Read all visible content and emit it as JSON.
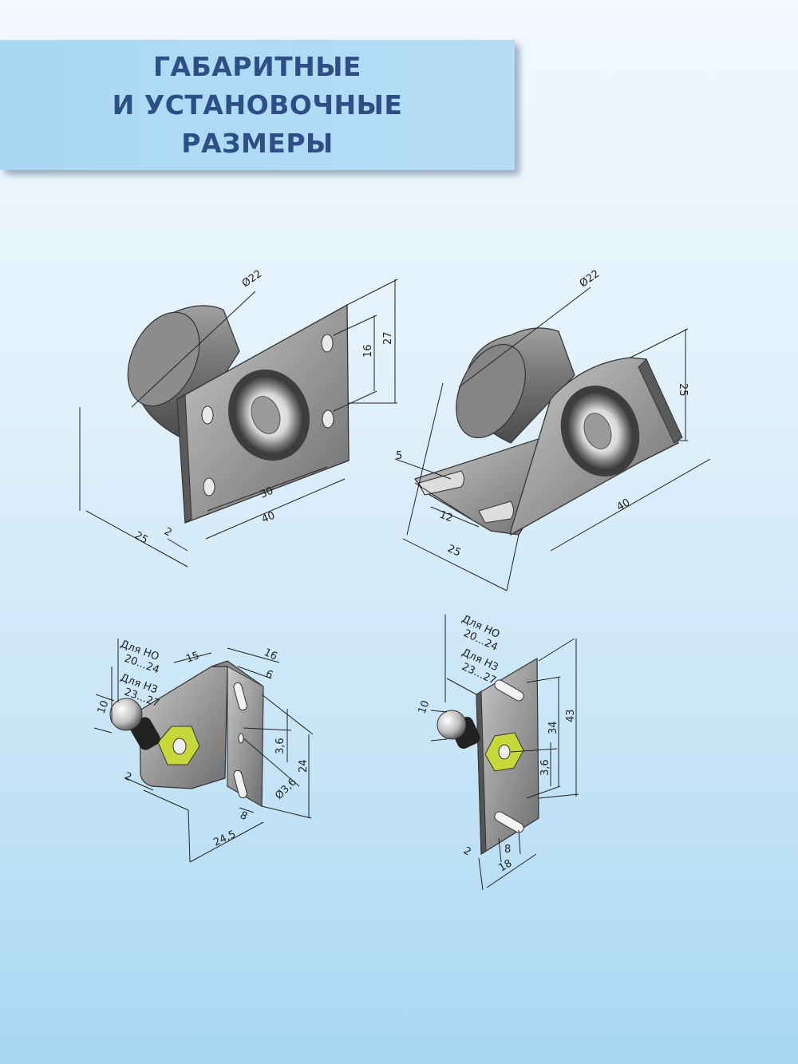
{
  "banner": {
    "title_lines": [
      "ГАБАРИТНЫЕ",
      "И УСТАНОВОЧНЫЕ",
      "РАЗМЕРЫ"
    ]
  },
  "colors": {
    "title": "#2d4f86",
    "banner": "#b3dcf5",
    "metal": "#9a9a9a",
    "nut": "#c6d83a"
  },
  "views": {
    "flange_mount": {
      "dims": {
        "d_cyl": "Ø22",
        "height": "27",
        "hole_v": "16",
        "hole_h": "30",
        "width": "40",
        "thickness": "2",
        "length": "25"
      }
    },
    "bracket_mount": {
      "dims": {
        "d_cyl": "Ø22",
        "height": "25",
        "width": "40",
        "slot": "5",
        "slot_spacing": "12",
        "length": "25"
      }
    },
    "angle_bracket": {
      "dims": {
        "no_label": "Для НО",
        "no_range": "20...24",
        "nc_label": "Для НЗ",
        "nc_range": "23...27",
        "ball": "10",
        "top_w": "15",
        "width": "16",
        "slot_w": "6",
        "hole_off": "3,6",
        "height": "24",
        "hole_d": "Ø3,6",
        "slot_off": "8",
        "depth": "24,5",
        "thickness": "2"
      }
    },
    "flat_bracket": {
      "dims": {
        "no_label": "Для НО",
        "no_range": "20...24",
        "nc_label": "Для НЗ",
        "nc_range": "23...27",
        "ball": "10",
        "inner_h": "34",
        "outer_h": "43",
        "hole_off": "3,6",
        "slot_w": "8",
        "width": "18",
        "thickness": "2"
      }
    }
  }
}
